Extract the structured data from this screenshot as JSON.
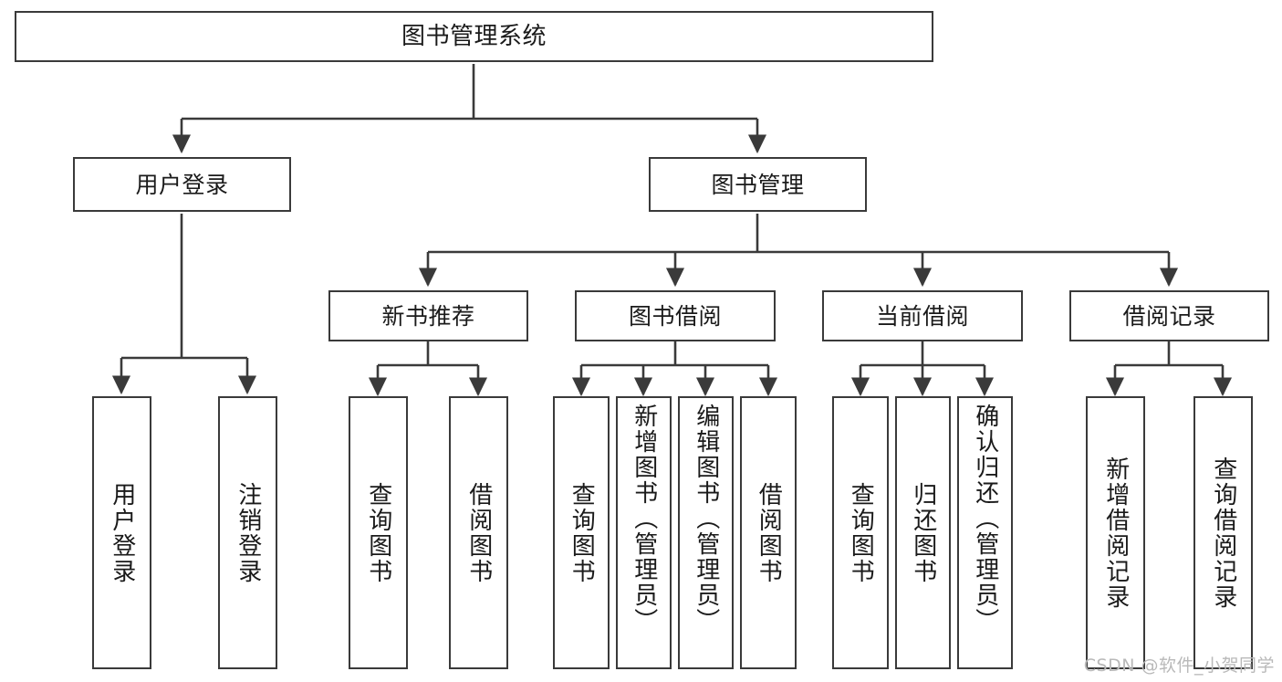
{
  "diagram": {
    "type": "tree-hierarchy",
    "title": "图书管理系统",
    "watermark": "CSDN @软件_小贺同学",
    "colors": {
      "box_border": "#3a3a3a",
      "box_fill": "#ffffff",
      "connector": "#3a3a3a",
      "text": "#1a1a1a",
      "watermark": "#b9b9b9",
      "background": "#ffffff"
    },
    "nodes": {
      "root": {
        "label": "图书管理系统"
      },
      "level2": [
        {
          "label": "用户登录"
        },
        {
          "label": "图书管理"
        }
      ],
      "level3": [
        {
          "label": "新书推荐"
        },
        {
          "label": "图书借阅"
        },
        {
          "label": "当前借阅"
        },
        {
          "label": "借阅记录"
        }
      ],
      "leaves_user_login": [
        {
          "label": "用户登录"
        },
        {
          "label": "注销登录"
        }
      ],
      "leaves_new_book": [
        {
          "label": "查询图书"
        },
        {
          "label": "借阅图书"
        }
      ],
      "leaves_borrow": [
        {
          "label": "查询图书"
        },
        {
          "label": "新增图书（管理员）"
        },
        {
          "label": "编辑图书（管理员）"
        },
        {
          "label": "借阅图书"
        }
      ],
      "leaves_current": [
        {
          "label": "查询图书"
        },
        {
          "label": "归还图书"
        },
        {
          "label": "确认归还（管理员）"
        }
      ],
      "leaves_records": [
        {
          "label": "新增借阅记录"
        },
        {
          "label": "查询借阅记录"
        }
      ]
    }
  }
}
